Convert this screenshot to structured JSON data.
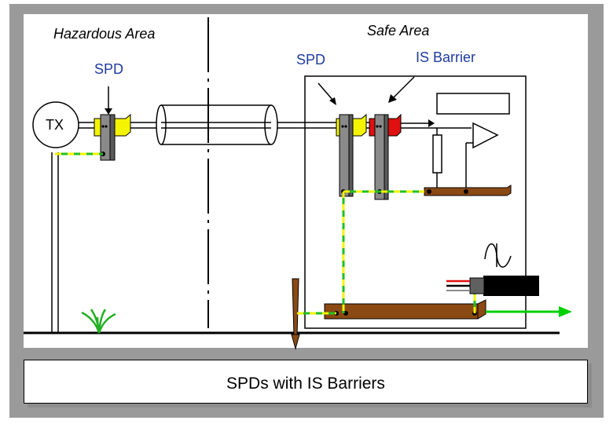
{
  "labels": {
    "hazardous_area": "Hazardous Area",
    "safe_area": "Safe Area",
    "spd_left": "SPD",
    "spd_right": "SPD",
    "is_barrier": "IS Barrier",
    "transmitter": "TX"
  },
  "caption": "SPDs with IS Barriers",
  "colors": {
    "frame": "#9a9a9a",
    "spd_body": "#f4f400",
    "barrier_body": "#e01010",
    "earth_bar": "#8b4a14",
    "ground_wire_a": "#22c022",
    "ground_wire_b": "#f4f400",
    "output_arrow": "#00d000",
    "label_blue": "#1f3aa0"
  },
  "icons": [
    "ground-grass-icon",
    "ac-sine-icon",
    "amplifier-triangle-icon",
    "resistor-icon"
  ]
}
